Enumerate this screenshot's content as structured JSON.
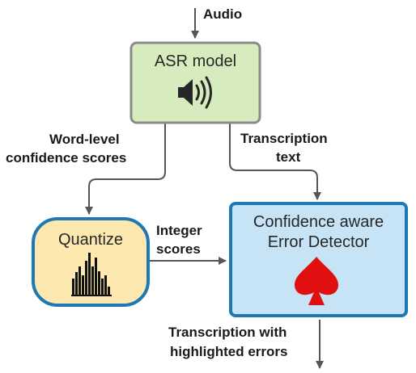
{
  "labels": {
    "audio": "Audio",
    "word_level_line1": "Word-level",
    "word_level_line2": "confidence scores",
    "transcription_text_line1": "Transcription",
    "transcription_text_line2": "text",
    "integer_line1": "Integer",
    "integer_line2": "scores",
    "output_line1": "Transcription with",
    "output_line2": "highlighted errors"
  },
  "boxes": {
    "asr": {
      "title": "ASR model",
      "icon": "speaker-icon",
      "fill": "#d6ecbe",
      "stroke": "#8a8a8a"
    },
    "quantize": {
      "title": "Quantize",
      "icon": "histogram-icon",
      "fill": "#fde9b0",
      "stroke": "#1f77b4"
    },
    "detector": {
      "title_line1": "Confidence aware",
      "title_line2": "Error Detector",
      "icon": "spade-icon",
      "fill": "#c7e4f6",
      "stroke": "#1f77b4",
      "icon_color": "#e01010"
    }
  },
  "colors": {
    "arrow": "#555555"
  }
}
